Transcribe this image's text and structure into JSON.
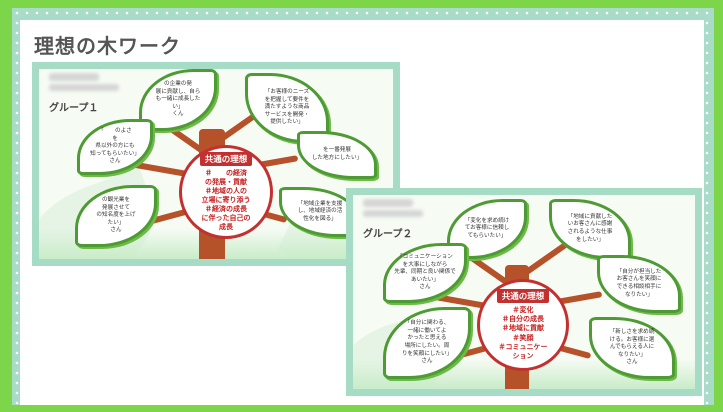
{
  "title": "理想の木ワーク",
  "group1": {
    "label": "グループ１",
    "center_title": "共通の理想",
    "center_body": "＃　　の経済\nの発展・貢献\n＃地域の人の\n立場に寄り添う\n＃経済の成長\nに伴った自己の\n成長",
    "leaves": [
      "の企業の発\n展に貢献し、自ら\nも一緒に成長した\nい」\nくん",
      "「お客様のニーズ\nを把握して要件を\n満たすような商品\nサービスを開発・\n提供したい」",
      "「　　のよさ\nを\n県以外の方にも\n知ってもらいたい」\nさん",
      "を一番発展\nした地方にしたい」",
      "の観光業を\n発展させて\nの知名度を上げ\nたい」\nさん",
      "「地域企業を支援\nし、地域経済の活\n性化を図る」"
    ]
  },
  "group2": {
    "label": "グループ２",
    "center_title": "共通の理想",
    "center_body": "＃変化\n＃自分の成長\n＃地域に貢献\n＃笑顔\n＃コミュニケー\nション",
    "leaves": [
      "「変化を求め続け\nてお客様に信頼し\nてもらいたい」",
      "「地域に貢献した\nいお客さんに感謝\nされるような仕事\nをしたい」",
      "「コミュニケーション\nを大事にしながら\n先輩、同期と良い関係で\nあいたい」\nさん",
      "「自分が担当した\nお客さんを笑顔に\nできる相談相手に\nなりたい」",
      "「自分に関わる、\n一緒に働いてよ\nかったと思える\n場所にしたい。周\nりを笑顔にしたい」\nさん",
      "「新しさを求め続\nける。お客様に選\nんでもらえる人に\nなりたい」\nさん"
    ]
  }
}
